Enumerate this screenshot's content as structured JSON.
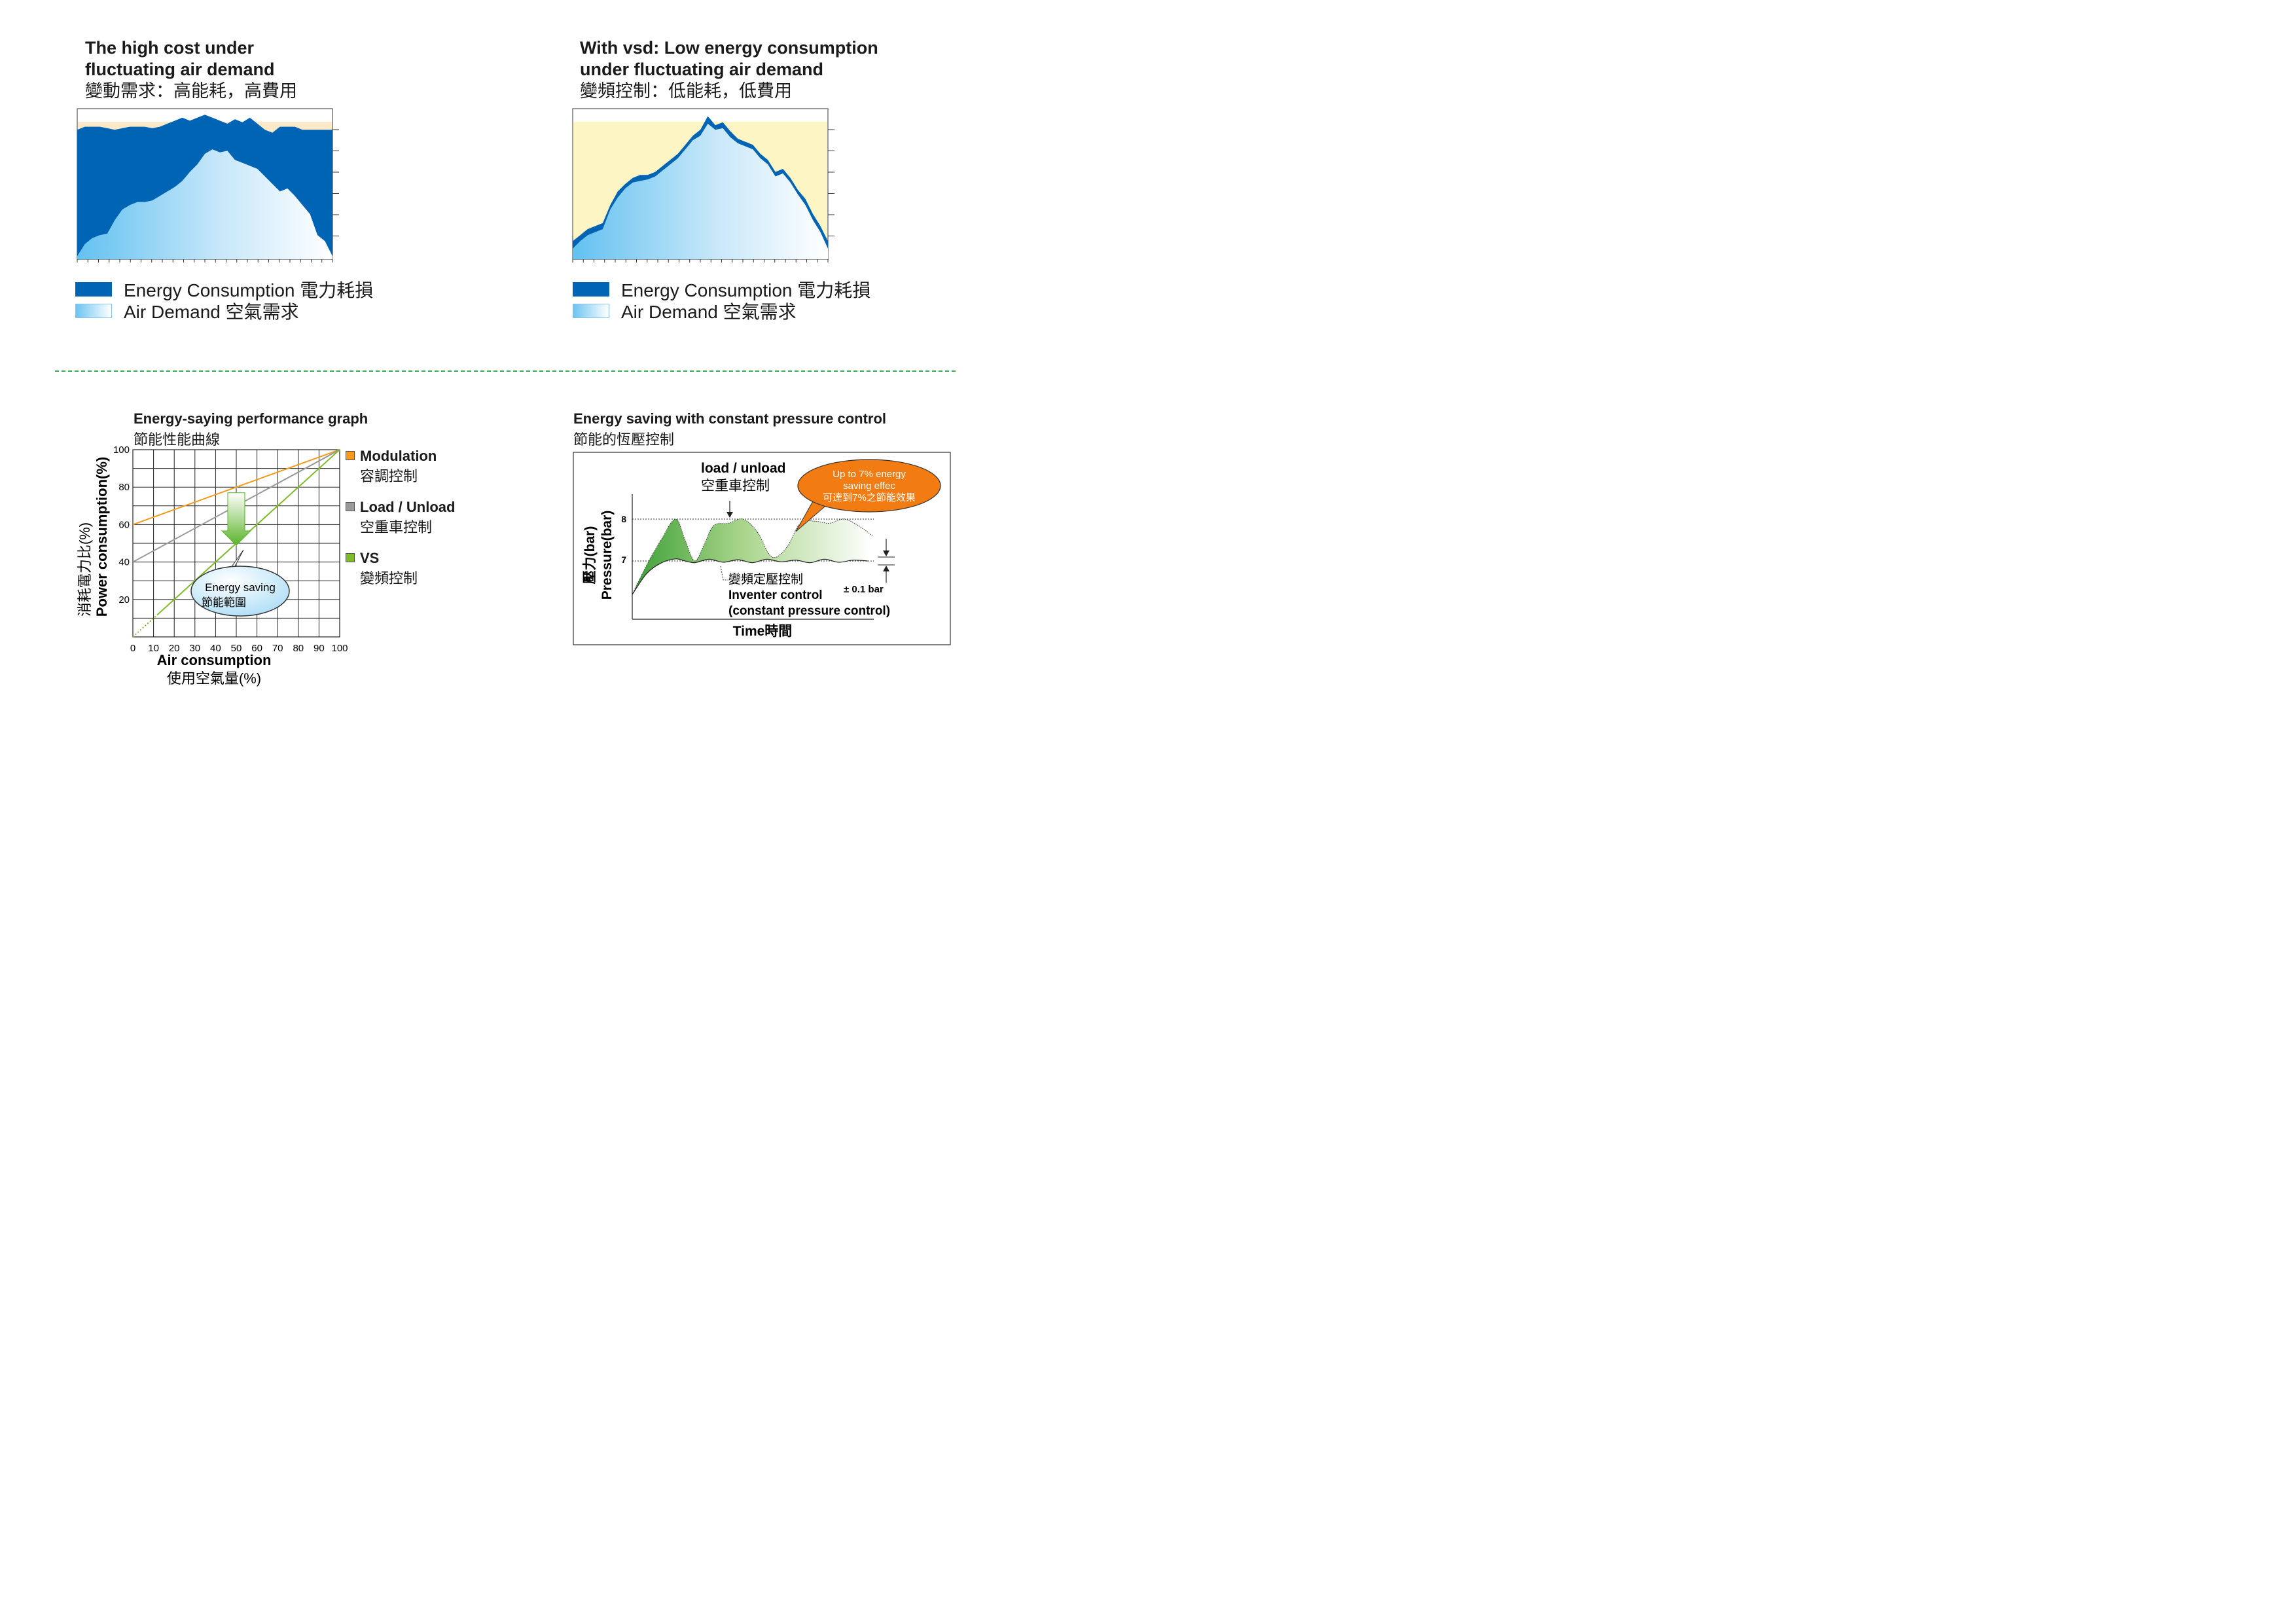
{
  "top_left": {
    "title_en_1": "The high cost under",
    "title_en_2": "fluctuating air demand",
    "title_cn": "變動需求：高能耗，高費用"
  },
  "top_right": {
    "title_en_1": "With vsd: Low energy consumption",
    "title_en_2": "under fluctuating air demand",
    "title_cn": "變頻控制：低能耗，低費用"
  },
  "legend": {
    "energy": "Energy Consumption 電力耗損",
    "air": "Air Demand 空氣需求"
  },
  "perf": {
    "title_en": "Energy-saying performance graph",
    "title_cn": "節能性能曲線",
    "ylabel_en": "Power consumption(%)",
    "ylabel_cn": "消耗電力比(%)",
    "xlabel_en": "Air consumption",
    "xlabel_cn": "使用空氣量(%)",
    "callout_1": "Energy saving",
    "callout_2": "節能範圍",
    "legend": [
      {
        "en": "Modulation",
        "cn": "容調控制",
        "color": "#f39a1f"
      },
      {
        "en": "Load / Unload",
        "cn": "空重車控制",
        "color": "#9a9a9a"
      },
      {
        "en": "VS",
        "cn": "變頻控制",
        "color": "#7dbb2a"
      }
    ]
  },
  "pressure": {
    "title_en": "Energy saving with constant pressure control",
    "title_cn": "節能的恆壓控制",
    "load_en": "load / unload",
    "load_cn": "空重車控制",
    "bubble_1": "Up to 7% energy",
    "bubble_2": "saving effec",
    "bubble_3": "可達到7%之節能效果",
    "y_en": "Pressure(bar)",
    "y_cn": "壓力(bar)",
    "tick_8": "8",
    "tick_7": "7",
    "vs_cn": "變頻定壓控制",
    "vs_en_1": "Inventer control",
    "vs_en_2": "(constant pressure control)",
    "band": "± 0.1 bar",
    "xlabel": "Time時間"
  },
  "chart_data": [
    {
      "type": "area",
      "title": "The high cost under fluctuating air demand",
      "series": [
        {
          "name": "Energy Consumption 電力耗損",
          "color": "#0064b4",
          "values": [
            0.86,
            0.88,
            0.88,
            0.88,
            0.87,
            0.86,
            0.87,
            0.88,
            0.88,
            0.88,
            0.87,
            0.88,
            0.9,
            0.92,
            0.94,
            0.92,
            0.94,
            0.96,
            0.94,
            0.92,
            0.9,
            0.93,
            0.91,
            0.94,
            0.9,
            0.86,
            0.84,
            0.88,
            0.88,
            0.88,
            0.86,
            0.86,
            0.86,
            0.86,
            0.86
          ]
        },
        {
          "name": "Air Demand 空氣需求",
          "values": [
            0.02,
            0.1,
            0.14,
            0.16,
            0.17,
            0.26,
            0.33,
            0.36,
            0.38,
            0.38,
            0.39,
            0.42,
            0.45,
            0.48,
            0.52,
            0.58,
            0.63,
            0.7,
            0.73,
            0.71,
            0.72,
            0.66,
            0.64,
            0.62,
            0.6,
            0.55,
            0.5,
            0.45,
            0.47,
            0.42,
            0.36,
            0.3,
            0.16,
            0.12,
            0.02
          ]
        }
      ]
    },
    {
      "type": "area",
      "title": "With vsd: Low energy consumption under fluctuating air demand",
      "series": [
        {
          "name": "Energy Consumption 電力耗損",
          "color": "#0064b4",
          "values": [
            0.12,
            0.16,
            0.2,
            0.22,
            0.24,
            0.36,
            0.45,
            0.5,
            0.54,
            0.56,
            0.56,
            0.58,
            0.62,
            0.66,
            0.7,
            0.76,
            0.82,
            0.86,
            0.95,
            0.89,
            0.91,
            0.85,
            0.8,
            0.78,
            0.76,
            0.7,
            0.66,
            0.58,
            0.6,
            0.54,
            0.46,
            0.4,
            0.3,
            0.22,
            0.12
          ]
        },
        {
          "name": "Air Demand 空氣需求",
          "values": [
            0.07,
            0.12,
            0.16,
            0.18,
            0.2,
            0.33,
            0.41,
            0.47,
            0.51,
            0.52,
            0.53,
            0.55,
            0.59,
            0.63,
            0.67,
            0.73,
            0.79,
            0.82,
            0.9,
            0.86,
            0.87,
            0.81,
            0.77,
            0.75,
            0.73,
            0.67,
            0.63,
            0.55,
            0.57,
            0.51,
            0.43,
            0.36,
            0.26,
            0.18,
            0.07
          ]
        }
      ]
    },
    {
      "type": "line",
      "title": "Energy-saying performance graph",
      "xlabel": "Air consumption",
      "ylabel": "Power consumption(%)",
      "xlim": [
        0,
        100
      ],
      "ylim": [
        0,
        100
      ],
      "x_ticks": [
        0,
        10,
        20,
        30,
        40,
        50,
        60,
        70,
        80,
        90,
        100
      ],
      "y_ticks": [
        20,
        40,
        60,
        80,
        100
      ],
      "series": [
        {
          "name": "Modulation",
          "color": "#f39a1f",
          "x": [
            0,
            100
          ],
          "y": [
            60,
            100
          ]
        },
        {
          "name": "Load / Unload",
          "color": "#9a9a9a",
          "x": [
            0,
            100
          ],
          "y": [
            40,
            100
          ]
        },
        {
          "name": "VS",
          "color": "#7dbb2a",
          "x": [
            0,
            100
          ],
          "y": [
            0,
            100
          ]
        }
      ]
    },
    {
      "type": "line",
      "title": "Energy saving with constant pressure control",
      "xlabel": "Time時間",
      "ylabel": "Pressure(bar)",
      "y_ticks": [
        7,
        8
      ],
      "series": [
        {
          "name": "load / unload",
          "x": [
            0,
            3,
            6,
            9,
            11,
            13,
            15,
            17,
            20,
            23,
            26,
            29,
            32,
            35,
            38,
            41,
            44,
            47,
            50
          ],
          "y": [
            6.2,
            6.9,
            7.5,
            8.0,
            7.5,
            7.0,
            7.4,
            7.85,
            7.9,
            8.0,
            7.7,
            7.1,
            7.3,
            7.9,
            7.95,
            7.9,
            8.0,
            7.85,
            7.6
          ]
        },
        {
          "name": "Inventer control (constant pressure control)",
          "x": [
            0,
            3,
            6,
            9,
            11,
            13,
            16,
            19,
            22,
            25,
            28,
            31,
            34,
            37,
            40,
            43,
            46,
            49
          ],
          "y": [
            6.2,
            6.7,
            6.95,
            7.05,
            7.0,
            6.96,
            7.04,
            6.97,
            7.03,
            6.96,
            7.04,
            6.98,
            7.02,
            6.96,
            7.04,
            6.97,
            7.02,
            7.0
          ]
        }
      ]
    }
  ]
}
